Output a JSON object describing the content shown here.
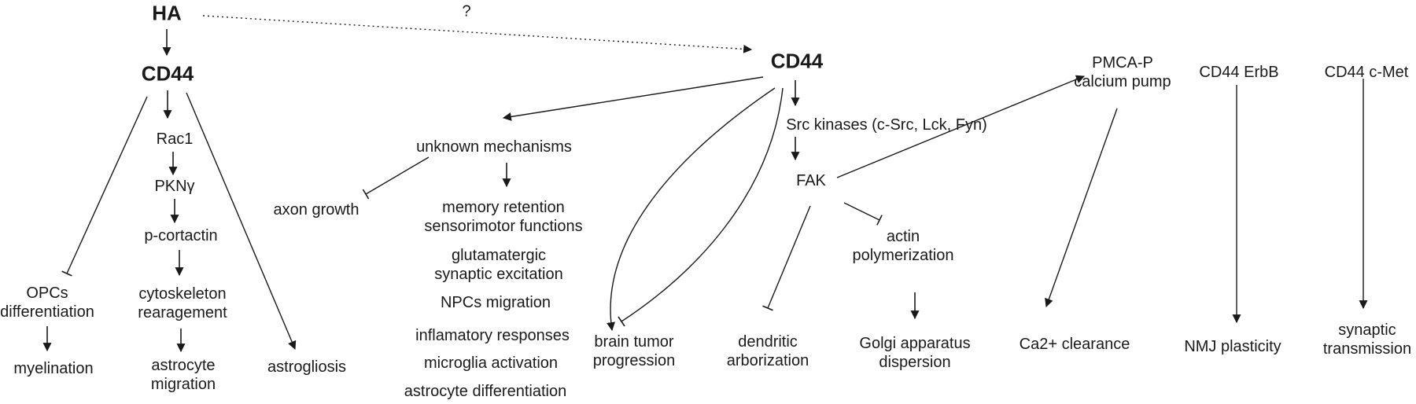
{
  "nodes": {
    "ha": "HA",
    "cd44_left": "CD44",
    "rac1": "Rac1",
    "pkn": "PKNγ",
    "pcortactin": "p-cortactin",
    "cytoskeleton": "cytoskeleton\nrearagement",
    "astro_migration": "astrocyte\nmigration",
    "opcs": "OPCs\ndifferentiation",
    "myelination": "myelination",
    "astrogliosis": "astrogliosis",
    "question": "?",
    "cd44_main": "CD44",
    "unknown": "unknown mechanisms",
    "axon": "axon growth",
    "memory": "memory retention\nsensorimotor functions",
    "glutamatergic": "glutamatergic\nsynaptic excitation",
    "npcs": "NPCs migration",
    "inflam": "inflamatory responses",
    "microglia": "microglia activation",
    "astro_diff": "astrocyte differentiation",
    "src": "Src kinases (c-Src, Lck, Fyn)",
    "fak": "FAK",
    "actin": "actin\npolymerization",
    "golgi": "Golgi apparatus\ndispersion",
    "dendritic": "dendritic\narborization",
    "brain_tumor": "brain tumor\nprogression",
    "pmca": "PMCA-P\ncalcium pump",
    "ca2": "Ca2+ clearance",
    "erbb": "CD44 ErbB",
    "nmj": "NMJ plasticity",
    "cmet": "CD44 c-Met",
    "synaptic": "synaptic\ntransmission"
  },
  "edges": [
    {
      "from": "ha",
      "to": "cd44_left",
      "type": "arrow"
    },
    {
      "from": "ha",
      "to": "cd44_main",
      "type": "dotted-arrow"
    },
    {
      "from": "cd44_left",
      "to": "rac1",
      "type": "arrow"
    },
    {
      "from": "rac1",
      "to": "pkn",
      "type": "arrow"
    },
    {
      "from": "pkn",
      "to": "pcortactin",
      "type": "arrow"
    },
    {
      "from": "pcortactin",
      "to": "cytoskeleton",
      "type": "arrow"
    },
    {
      "from": "cytoskeleton",
      "to": "astro_migration",
      "type": "arrow"
    },
    {
      "from": "cd44_left",
      "to": "opcs",
      "type": "inhibit"
    },
    {
      "from": "opcs",
      "to": "myelination",
      "type": "arrow"
    },
    {
      "from": "cd44_left",
      "to": "astrogliosis",
      "type": "arrow"
    },
    {
      "from": "cd44_main",
      "to": "unknown",
      "type": "arrow"
    },
    {
      "from": "unknown",
      "to": "axon",
      "type": "inhibit"
    },
    {
      "from": "unknown",
      "to": "memory",
      "type": "arrow"
    },
    {
      "from": "cd44_main",
      "to": "src",
      "type": "arrow"
    },
    {
      "from": "cd44_main",
      "to": "brain_tumor",
      "type": "curved-arrow"
    },
    {
      "from": "cd44_main",
      "to": "brain_tumor",
      "type": "curved-inhibit"
    },
    {
      "from": "src",
      "to": "fak",
      "type": "arrow"
    },
    {
      "from": "fak",
      "to": "pmca",
      "type": "arrow"
    },
    {
      "from": "fak",
      "to": "dendritic",
      "type": "inhibit"
    },
    {
      "from": "fak",
      "to": "actin",
      "type": "inhibit"
    },
    {
      "from": "actin",
      "to": "golgi",
      "type": "arrow"
    },
    {
      "from": "pmca",
      "to": "ca2",
      "type": "arrow"
    },
    {
      "from": "erbb",
      "to": "nmj",
      "type": "arrow"
    },
    {
      "from": "cmet",
      "to": "synaptic",
      "type": "arrow"
    }
  ]
}
